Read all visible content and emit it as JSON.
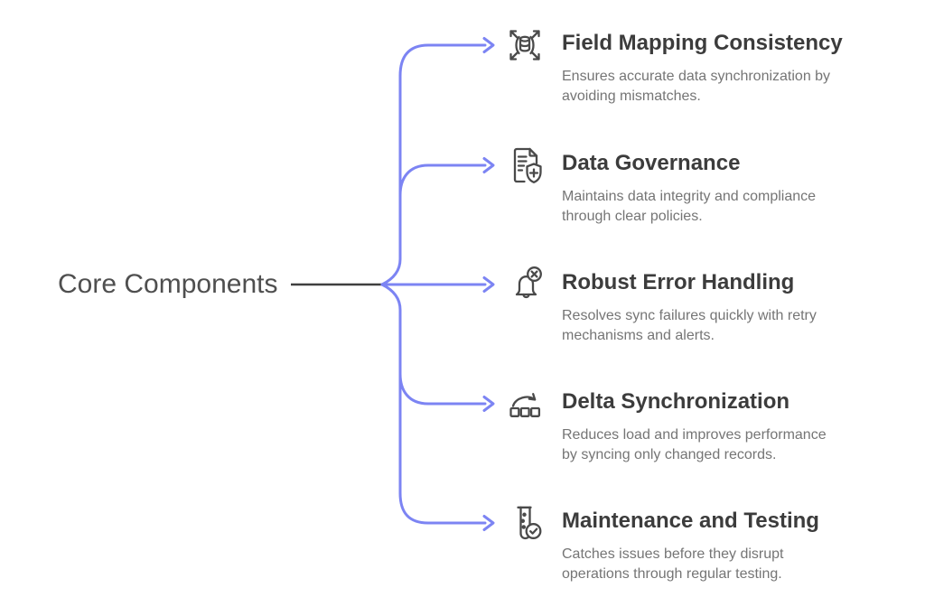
{
  "root": {
    "label": "Core Components"
  },
  "colors": {
    "background": "#ffffff",
    "connector": "#7c84f3",
    "root_line": "#3f3f3f",
    "title_text": "#3c3c3c",
    "body_text": "#757575",
    "icon_stroke": "#4a4a4a"
  },
  "items": [
    {
      "icon": "expand-database-icon",
      "title": "Field Mapping Consistency",
      "description_lines": [
        "Ensures accurate data synchronization by",
        "avoiding mismatches."
      ]
    },
    {
      "icon": "document-shield-plus-icon",
      "title": "Data Governance",
      "description_lines": [
        "Maintains data integrity and compliance",
        "through clear policies."
      ]
    },
    {
      "icon": "bell-error-icon",
      "title": "Robust Error Handling",
      "description_lines": [
        "Resolves sync failures quickly with retry",
        "mechanisms and alerts."
      ]
    },
    {
      "icon": "records-sync-arrow-icon",
      "title": "Delta Synchronization",
      "description_lines": [
        "Reduces load and improves performance",
        "by syncing only changed records."
      ]
    },
    {
      "icon": "test-tube-check-icon",
      "title": "Maintenance and Testing",
      "description_lines": [
        "Catches issues before they disrupt",
        "operations through regular testing."
      ]
    }
  ]
}
